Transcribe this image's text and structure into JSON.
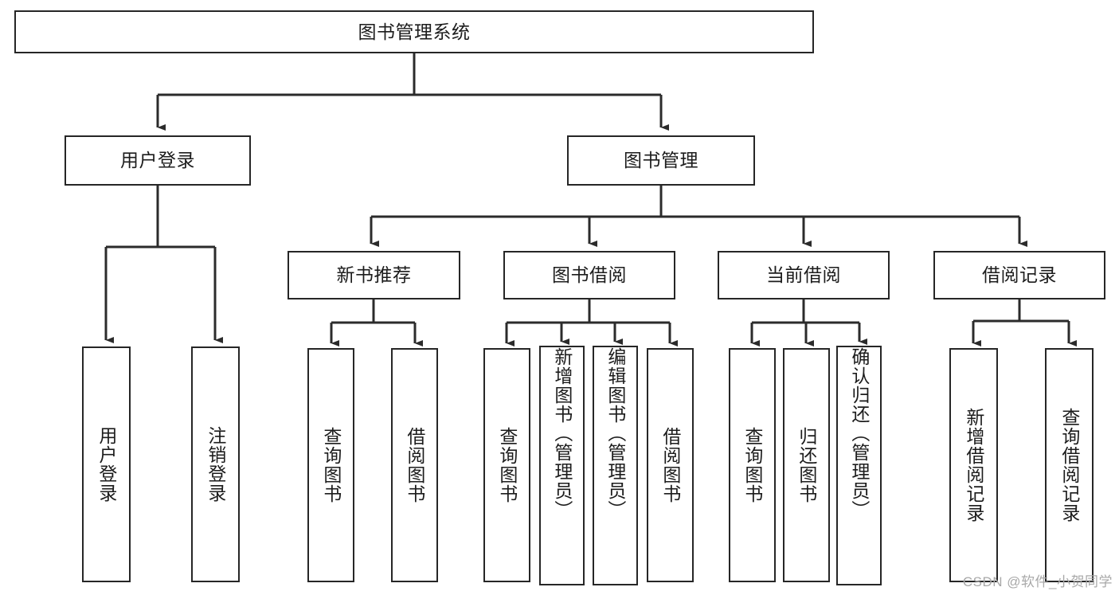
{
  "diagram": {
    "title": "图书管理系统",
    "type": "hierarchy-tree",
    "root": {
      "id": "root",
      "label": "图书管理系统"
    },
    "level2": [
      {
        "id": "user-login",
        "label": "用户登录"
      },
      {
        "id": "book-management",
        "label": "图书管理"
      }
    ],
    "level3": [
      {
        "id": "new-book-recommend",
        "label": "新书推荐"
      },
      {
        "id": "book-borrow",
        "label": "图书借阅"
      },
      {
        "id": "current-borrow",
        "label": "当前借阅"
      },
      {
        "id": "borrow-record",
        "label": "借阅记录"
      }
    ],
    "leaves": {
      "user_login": [
        {
          "id": "leaf-user-login",
          "label": "用户登录"
        },
        {
          "id": "leaf-logout-login",
          "label": "注销登录"
        }
      ],
      "new_book_recommend": [
        {
          "id": "leaf-query-book-1",
          "label": "查询图书"
        },
        {
          "id": "leaf-borrow-book-1",
          "label": "借阅图书"
        }
      ],
      "book_borrow": [
        {
          "id": "leaf-query-book-2",
          "label": "查询图书"
        },
        {
          "id": "leaf-add-book",
          "label": "新增图书（管理员）"
        },
        {
          "id": "leaf-edit-book",
          "label": "编辑图书（管理员）"
        },
        {
          "id": "leaf-borrow-book-2",
          "label": "借阅图书"
        }
      ],
      "current_borrow": [
        {
          "id": "leaf-query-book-3",
          "label": "查询图书"
        },
        {
          "id": "leaf-return-book",
          "label": "归还图书"
        },
        {
          "id": "leaf-confirm-return",
          "label": "确认归还（管理员）"
        }
      ],
      "borrow_record": [
        {
          "id": "leaf-add-record",
          "label": "新增借阅记录"
        },
        {
          "id": "leaf-query-record",
          "label": "查询借阅记录"
        }
      ]
    }
  },
  "watermark": {
    "text": "CSDN @软件_小贺同学"
  },
  "colors": {
    "stroke": "#262626",
    "background": "#ffffff",
    "text": "#1c1c1c",
    "watermark": "#a8a8a8"
  }
}
